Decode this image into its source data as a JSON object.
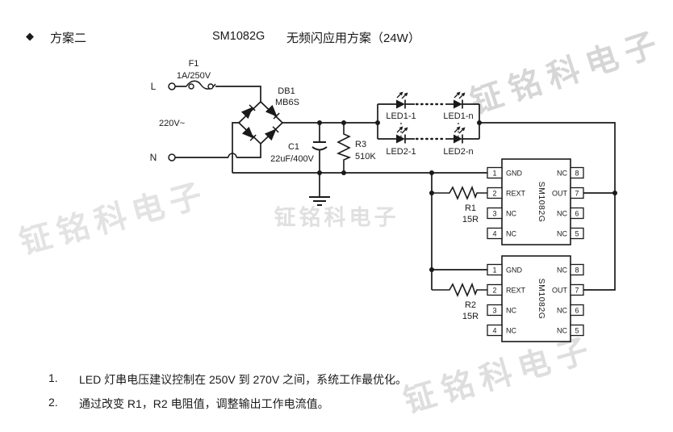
{
  "title": {
    "bullet": "◆",
    "scheme_label": "方案二",
    "chip": "SM1082G",
    "app_name": "无频闪应用方案（24W）"
  },
  "watermark": {
    "text": "钲铭科电子"
  },
  "schematic": {
    "input": {
      "line": "L",
      "neutral": "N",
      "voltage": "220V~"
    },
    "fuse": {
      "ref": "F1",
      "rating": "1A/250V"
    },
    "bridge": {
      "ref": "DB1",
      "part": "MB6S"
    },
    "cap_c1": {
      "ref": "C1",
      "value": "22uF/400V"
    },
    "res_r3": {
      "ref": "R3",
      "value": "510K"
    },
    "res_r1": {
      "ref": "R1",
      "value": "15R"
    },
    "res_r2": {
      "ref": "R2",
      "value": "15R"
    },
    "led_labels": {
      "s1_first": "LED1-1",
      "s1_last": "LED1-n",
      "s2_first": "LED2-1",
      "s2_last": "LED2-n"
    },
    "ic": {
      "name": "SM1082G",
      "pins_left": [
        {
          "num": "1",
          "label": "GND"
        },
        {
          "num": "2",
          "label": "REXT"
        },
        {
          "num": "3",
          "label": "NC"
        },
        {
          "num": "4",
          "label": "NC"
        }
      ],
      "pins_right": [
        {
          "num": "8",
          "label": "NC"
        },
        {
          "num": "7",
          "label": "OUT"
        },
        {
          "num": "6",
          "label": "NC"
        },
        {
          "num": "5",
          "label": "NC"
        }
      ]
    }
  },
  "notes": [
    {
      "num": "1.",
      "text": "LED 灯串电压建议控制在 250V 到 270V 之间，系统工作最优化。"
    },
    {
      "num": "2.",
      "text": "通过改变 R1，R2 电阻值，调整输出工作电流值。"
    }
  ]
}
